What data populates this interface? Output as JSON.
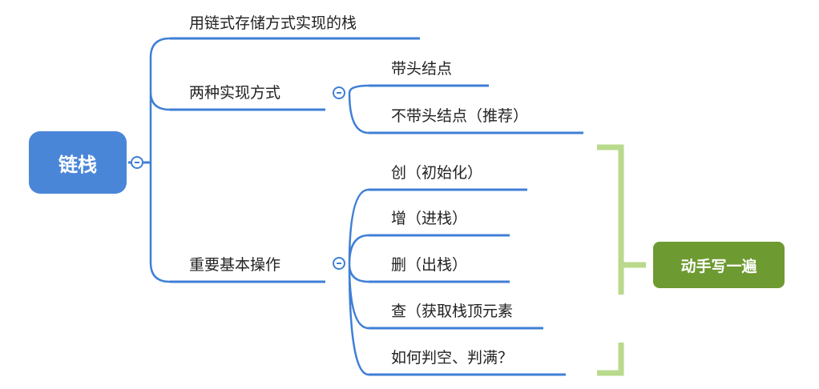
{
  "root": {
    "label": "链栈"
  },
  "branches": {
    "impl_storage": {
      "label": "用链式存储方式实现的栈"
    },
    "two_ways": {
      "label": "两种实现方式",
      "children": [
        {
          "label": "带头结点"
        },
        {
          "label": "不带头结点（推荐）"
        }
      ]
    },
    "operations": {
      "label": "重要基本操作",
      "children": [
        {
          "label": "创（初始化）"
        },
        {
          "label": "增（进栈）"
        },
        {
          "label": "删（出栈）"
        },
        {
          "label": "查（获取栈顶元素"
        },
        {
          "label": "如何判空、判满？"
        }
      ]
    }
  },
  "note": {
    "label": "动手写一遍"
  },
  "colors": {
    "root_fill": "#4a86d8",
    "line": "#3f7fd6",
    "note_fill": "#6e9a32",
    "bracket": "#b9d98c"
  }
}
